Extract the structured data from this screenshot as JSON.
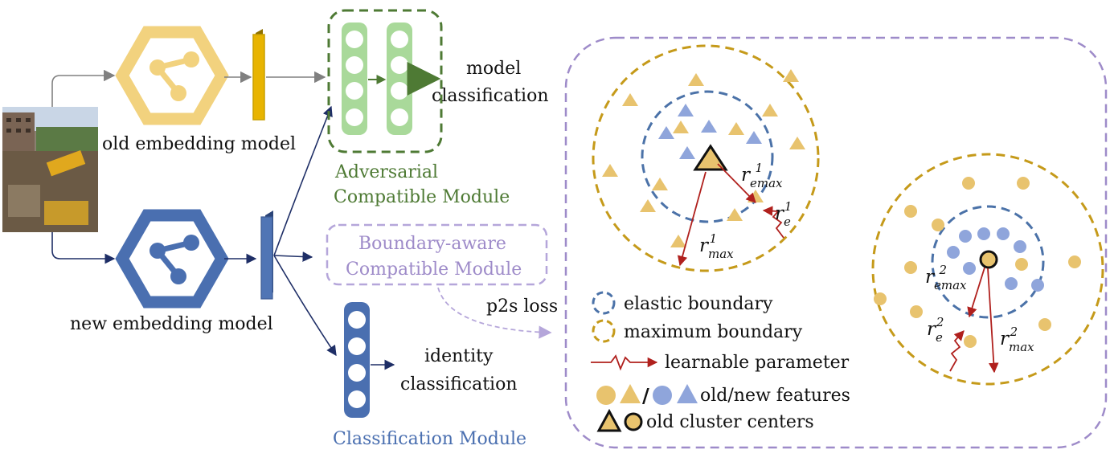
{
  "labels": {
    "old_model": "old embedding model",
    "new_model": "new embedding model",
    "model_classification_1": "model",
    "model_classification_2": "classification",
    "adversarial_1": "Adversarial",
    "adversarial_2": "Compatible Module",
    "boundary_1": "Boundary-aware",
    "boundary_2": "Compatible Module",
    "p2s_loss": "p2s loss",
    "identity_1": "identity",
    "identity_2": "classification",
    "classification_module": "Classification Module"
  },
  "legend": {
    "elastic": "elastic boundary",
    "maximum": "maximum boundary",
    "learnable": "learnable parameter",
    "slash": "/",
    "features": "old/new features",
    "centers": "old cluster centers"
  },
  "math": {
    "r": "r",
    "emax": "emax",
    "max": "max",
    "e": "e",
    "one": "1",
    "two": "2"
  },
  "colors": {
    "old_gold": "#F2D27E",
    "old_gold_dark": "#C9A000",
    "new_blue": "#4A6FB0",
    "new_blue_light": "#8FA9DD",
    "green": "#4E7A34",
    "green_light": "#A9D99A",
    "purple": "#9E8BC9",
    "boundary_gold": "#C59A1A",
    "boundary_blue": "#4B72A8",
    "arrow_red": "#B0201D",
    "old_feature": "#E8C36E",
    "new_feature": "#8FA5DB",
    "navy": "#1E2E66",
    "gray": "#808080"
  }
}
